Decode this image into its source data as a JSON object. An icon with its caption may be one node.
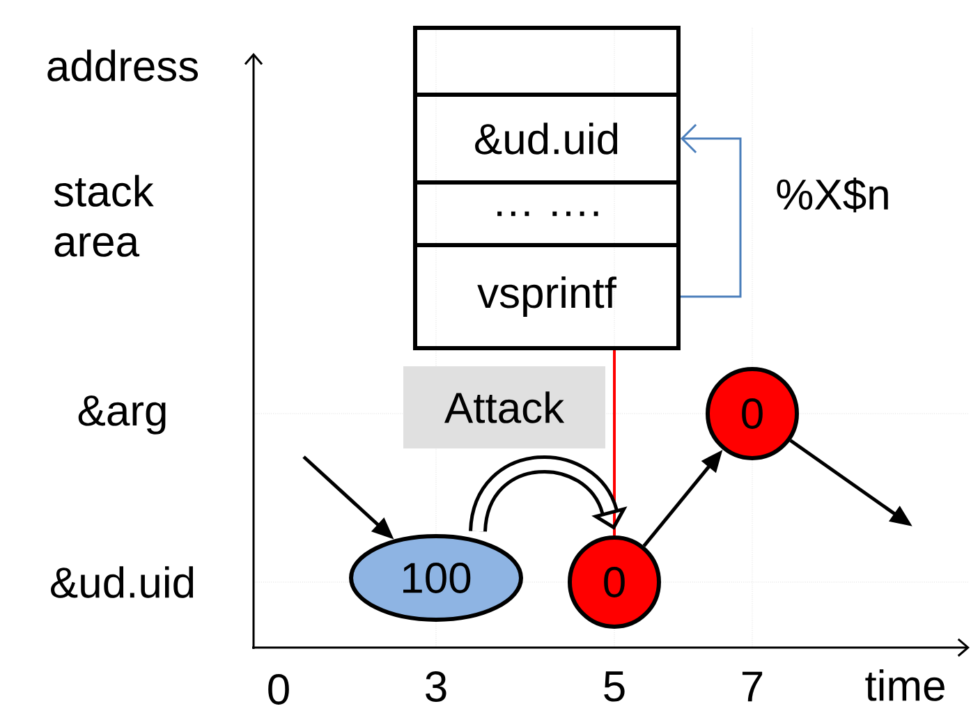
{
  "diagram": {
    "nodes": [
      {
        "text": [],
        "shape": "box"
      },
      {
        "text": [
          "&ud.uid"
        ]
      },
      {
        "text": [
          "… …."
        ]
      },
      {
        "text": [
          "vsprintf"
        ]
      },
      {
        "text": [
          "Attack"
        ]
      },
      {
        "text": [
          "100"
        ]
      },
      {
        "text": [
          "0"
        ]
      },
      {
        "text": [
          "0"
        ]
      }
    ],
    "edges": [
      {
        "from": 3,
        "to": 1,
        "arrow": "to",
        "label": "%X$n",
        "color": "#4a7ebb"
      },
      {
        "from": 3,
        "to": 6,
        "arrow": "none",
        "color": "#ff0000"
      },
      {
        "from": null,
        "to": 5,
        "arrow": "to"
      },
      {
        "from": 5,
        "to": 6,
        "arrow": "to",
        "style": "thick"
      },
      {
        "from": 6,
        "to": 7,
        "arrow": "to"
      },
      {
        "from": 7,
        "to": null,
        "arrow": "to"
      }
    ],
    "labels": [
      "address",
      "stack area",
      "&arg",
      "&ud.uid",
      "0",
      "3",
      "5",
      "7",
      "time"
    ]
  }
}
